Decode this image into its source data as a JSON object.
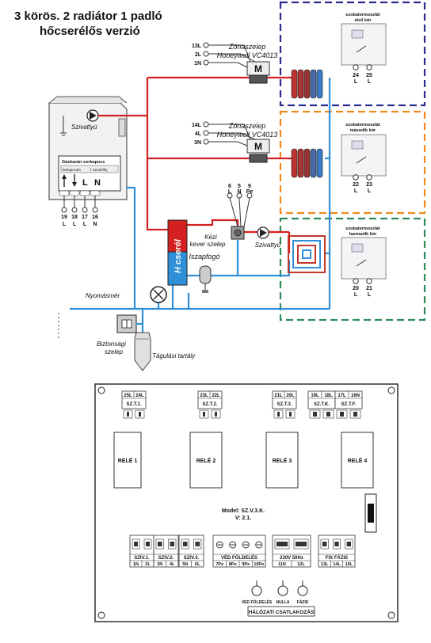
{
  "title": {
    "line1": "3 körös. 2 radiátor 1 padló",
    "line2": "hőcserélős verzió"
  },
  "colors": {
    "hot": "#d42020",
    "cold": "#2f8fd8",
    "zone1": "#2b2b8e",
    "zone2": "#f08a1e",
    "zone3": "#2e8b57"
  },
  "thermostats": [
    {
      "title": "szobatermosztát",
      "subtitle": "első kör",
      "t1": "24",
      "t2": "25",
      "l1": "L",
      "l2": "L"
    },
    {
      "title": "szobatermosztát",
      "subtitle": "második kör",
      "t1": "22",
      "t2": "23",
      "l1": "L",
      "l2": "L"
    },
    {
      "title": "szobatermosztát",
      "subtitle": "harmadik kör",
      "t1": "20",
      "t2": "21",
      "l1": "L",
      "l2": "L"
    }
  ],
  "valves": [
    {
      "wires": [
        "13L",
        "2L",
        "1N"
      ],
      "label1": "Zónaszelep",
      "label2": "Honeywell VC4013",
      "motor": "M"
    },
    {
      "wires": [
        "14L",
        "4L",
        "3N"
      ],
      "label1": "Zónaszelep",
      "label2": "Honeywell VC4013",
      "motor": "M"
    }
  ],
  "boiler": {
    "pump_label": "Szivattyú",
    "panel_title": "Gázkazán sorkapocs",
    "panel_sub1": "bekapcsoló",
    "panel_sub2": "f. kezelőfej",
    "bottom_L": "L",
    "bottom_N": "N",
    "terminals": [
      {
        "num": "19",
        "type": "L"
      },
      {
        "num": "18",
        "type": "L"
      },
      {
        "num": "17",
        "type": "L"
      },
      {
        "num": "16",
        "type": "N"
      }
    ]
  },
  "mixer": {
    "terminals": [
      {
        "num": "6",
        "type": "L"
      },
      {
        "num": "5",
        "type": "N"
      },
      {
        "num": "9",
        "type": "Pe"
      }
    ],
    "kezi": "Kézi",
    "kever": "kever szelep",
    "pump_label": "Szivattyú",
    "exchanger": "H cserél",
    "iszap": "Iszapfogó"
  },
  "labels": {
    "nyomasmero": "Nyomásmér",
    "biztonsagi1": "Biztonsági",
    "biztonsagi2": "szelep",
    "tagulasi": "Tágulási tartály"
  },
  "controller": {
    "top_blocks": [
      {
        "terms": [
          "25L",
          "24L"
        ],
        "label": "SZ.T.1."
      },
      {
        "terms": [
          "23L",
          "22L"
        ],
        "label": "SZ.T.2."
      },
      {
        "terms": [
          "21L",
          "20L"
        ],
        "label": "SZ.T.3."
      },
      {
        "terms": [
          "19L",
          "18L"
        ],
        "label": "SZ.T.K."
      },
      {
        "terms": [
          "17L",
          "16N"
        ],
        "label": "SZ.T.F."
      }
    ],
    "relays": [
      "RELÉ 1",
      "RELÉ 2",
      "RELÉ 3",
      "RELÉ 4"
    ],
    "model": "Model: SZ.V.3.K.",
    "version": "V: 2.1.",
    "bottom_blocks": [
      {
        "label": "SZIV.1.",
        "terms": [
          "1N",
          "2L"
        ]
      },
      {
        "label": "SZIV.2.",
        "terms": [
          "3N",
          "4L"
        ]
      },
      {
        "label": "SZIV.3.",
        "terms": [
          "5N",
          "6L"
        ]
      },
      {
        "label": "VÉD FÖLDELÉS",
        "terms": [
          "7Pe",
          "8Pe",
          "9Pe",
          "10Pe"
        ]
      },
      {
        "label": "230V 50Hz",
        "terms": [
          "11N",
          "12L"
        ]
      },
      {
        "label": "FIX FÁZIS",
        "terms": [
          "13L",
          "14L",
          "15L"
        ]
      }
    ],
    "mains_labels": [
      "VÉD FÖLDELÉS",
      "NULLA",
      "FÁZIS"
    ],
    "mains_title": "HÁLÓZATI CSATLAKOZÁS"
  }
}
